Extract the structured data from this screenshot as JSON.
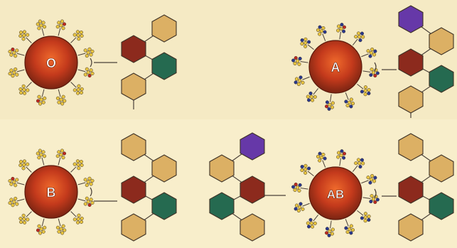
{
  "colors": {
    "background": "#f8eecb",
    "band": "#f2e4ba",
    "cell_core": "#e2551f",
    "cell_mid": "#b8301a",
    "cell_edge": "#6a1f10",
    "tan": "#dcb064",
    "dark_red": "#8c2a1d",
    "green": "#256a50",
    "purple": "#6638a8",
    "line": "#4a4038",
    "bead_yellow": "#e8c440",
    "bead_blue": "#28388e",
    "bead_red": "#c02a20"
  },
  "panels": [
    {
      "id": "O",
      "label": "O",
      "antigen": "none"
    },
    {
      "id": "A",
      "label": "A",
      "antigen": "purple"
    },
    {
      "id": "B",
      "label": "B",
      "antigen": "none"
    },
    {
      "id": "AB",
      "label": "AB",
      "antigen": "purple-and-none"
    }
  ]
}
